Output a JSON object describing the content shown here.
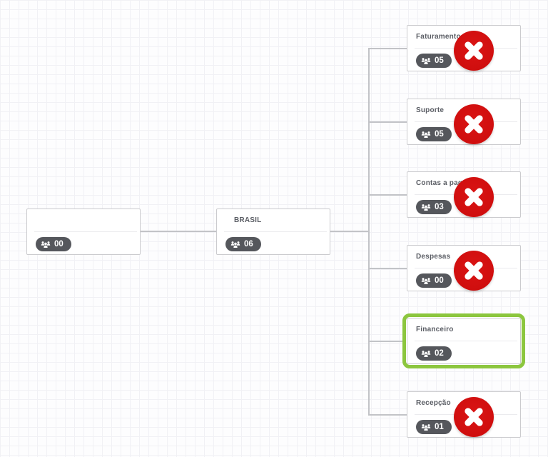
{
  "org_chart": {
    "root": {
      "title": "",
      "member_count": "00"
    },
    "parent": {
      "title": "BRASIL",
      "member_count": "06"
    },
    "departments": [
      {
        "title": "Faturamento",
        "member_count": "05",
        "delete_button": true,
        "selected": false
      },
      {
        "title": "Suporte",
        "member_count": "05",
        "delete_button": true,
        "selected": false
      },
      {
        "title": "Contas a pagar",
        "member_count": "03",
        "delete_button": true,
        "selected": false
      },
      {
        "title": "Despesas",
        "member_count": "00",
        "delete_button": true,
        "selected": false
      },
      {
        "title": "Financeiro",
        "member_count": "02",
        "delete_button": false,
        "selected": true
      },
      {
        "title": "Recepção",
        "member_count": "01",
        "delete_button": true,
        "selected": false
      }
    ]
  },
  "icons": {
    "member_badge": "users-icon",
    "delete": "x-icon"
  },
  "colors": {
    "delete_red": "#d11010",
    "selection_green": "#8cc63e",
    "badge_gray": "#55575c",
    "connector_gray": "#c2c3c7"
  }
}
